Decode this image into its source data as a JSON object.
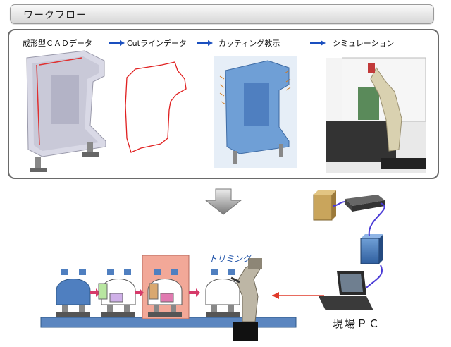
{
  "title": "ワークフロー",
  "steps": [
    {
      "label": "成形型ＣＡＤデータ"
    },
    {
      "label": "Cutラインデータ"
    },
    {
      "label": "カッティング教示"
    },
    {
      "label": "シミュレーション"
    }
  ],
  "trim_label": "トリミング",
  "pc_label": "現場ＰＣ",
  "colors": {
    "step_arrow": "#1a4fbf",
    "cut_line": "#e02020",
    "work_blue": "#4f7fc0",
    "highlight": "#f2a898",
    "conveyor": "#5b86c0",
    "signal_arrow": "#e03a2a"
  }
}
